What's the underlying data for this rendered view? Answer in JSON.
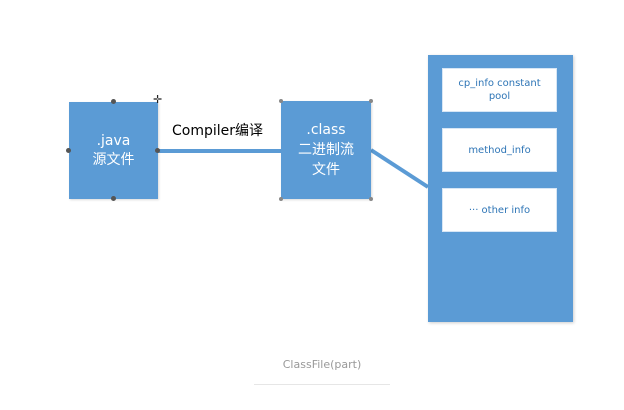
{
  "colors": {
    "box_fill": "#5b9bd5",
    "connector": "#5b9bd5",
    "info_text": "#2e75b6",
    "caption_text": "#999999"
  },
  "java_box": {
    "line1": ".java",
    "line2": "源文件"
  },
  "compiler_label": "Compiler编译",
  "class_box": {
    "line1": ".class",
    "line2": "二进制流",
    "line3": "文件"
  },
  "classfile_panel": {
    "items": [
      "cp_info constant pool",
      "method_info",
      "··· other info"
    ]
  },
  "caption": "ClassFile(part)"
}
